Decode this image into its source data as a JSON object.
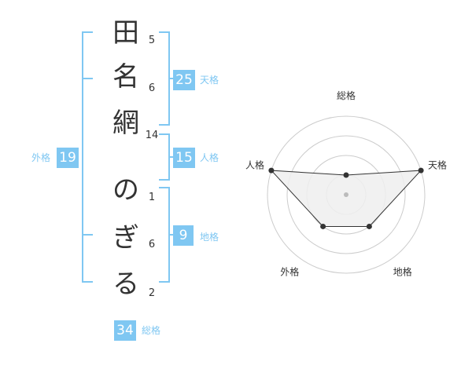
{
  "name": {
    "characters": [
      "田",
      "名",
      "網",
      "の",
      "ぎ",
      "る"
    ],
    "strokes": [
      "5",
      "6",
      "14",
      "1",
      "6",
      "2"
    ]
  },
  "fortune": {
    "tenkaku": {
      "value": "25",
      "label": "天格"
    },
    "jinkaku": {
      "value": "15",
      "label": "人格"
    },
    "chikaku": {
      "value": "9",
      "label": "地格"
    },
    "gaikaku": {
      "value": "19",
      "label": "外格"
    },
    "soukaku": {
      "value": "34",
      "label": "総格"
    }
  },
  "chart_data": {
    "type": "radar",
    "axes": [
      "総格",
      "天格",
      "地格",
      "外格",
      "人格"
    ],
    "rings": 4,
    "range": [
      0,
      4
    ],
    "values": [
      1,
      4,
      2,
      2,
      4
    ],
    "colors": {
      "fill": "#eeeeee",
      "line": "#333333",
      "grid": "#cccccc",
      "accent": "#7fc7f2"
    }
  }
}
